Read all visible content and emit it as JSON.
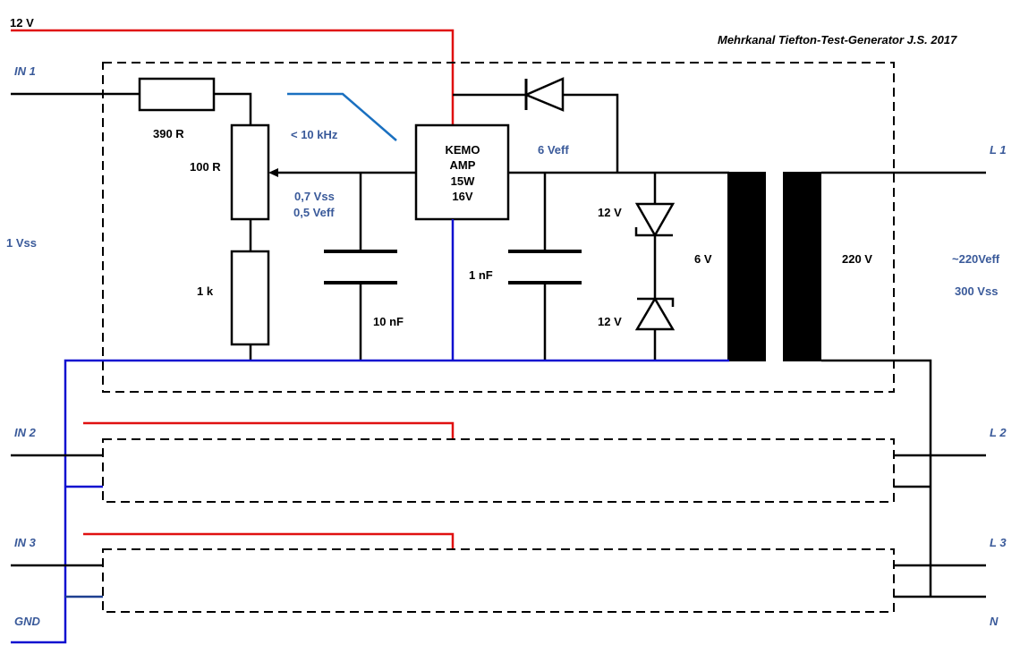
{
  "title": "Mehrkanal Tiefton-Test-Generator  J.S.  2017",
  "colors": {
    "supply_12v": "#e01010",
    "ground": "#1010d0",
    "annotation": "#3a5a9a",
    "wire": "#000000"
  },
  "supply": {
    "label": "12 V"
  },
  "inputs": {
    "in1": "IN 1",
    "in2": "IN 2",
    "in3": "IN 3",
    "gnd": "GND",
    "input_level": "1 Vss"
  },
  "outputs": {
    "l1": "L 1",
    "l2": "L 2",
    "l3": "L 3",
    "n": "N",
    "output_eff": "~220Veff",
    "output_pp": "300 Vss"
  },
  "components": {
    "r1": "390 R",
    "pot": "100 R",
    "r2": "1 k",
    "c1": "10 nF",
    "c2": "1 nF",
    "amp": [
      "KEMO",
      "AMP",
      "15W",
      "16V"
    ],
    "zener_top": "12 V",
    "zener_bottom": "12 V",
    "transformer_primary": "6 V",
    "transformer_secondary": "220 V"
  },
  "annotations": {
    "lowpass": "< 10 kHz",
    "amp_in_pp": "0,7 Vss",
    "amp_in_eff": "0,5 Veff",
    "amp_out_eff": "6 Veff"
  }
}
